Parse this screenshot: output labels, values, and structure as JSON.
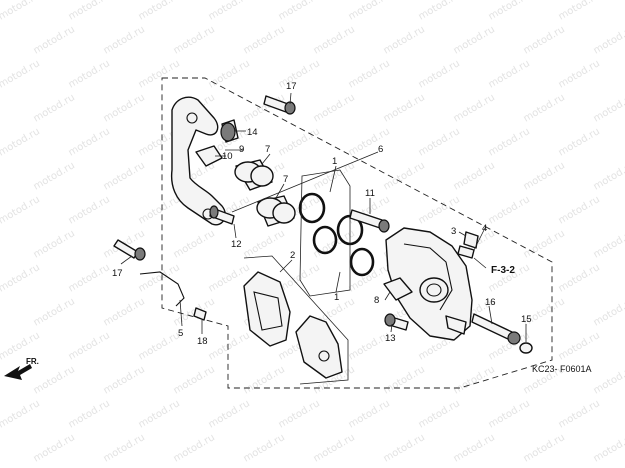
{
  "watermark": "motod.ru",
  "callouts": {
    "c1a": "1",
    "c1b": "1",
    "c2": "2",
    "c3": "3",
    "c4": "4",
    "c5": "5",
    "c6": "6",
    "c7a": "7",
    "c7b": "7",
    "c8": "8",
    "c9": "9",
    "c10": "10",
    "c11": "11",
    "c12": "12",
    "c13": "13",
    "c14": "14",
    "c15": "15",
    "c16": "16",
    "c17a": "17",
    "c17b": "17",
    "c18": "18"
  },
  "reference_label": "F-3-2",
  "direction_label": "FR.",
  "diagram_code": "KC23- F0601A"
}
